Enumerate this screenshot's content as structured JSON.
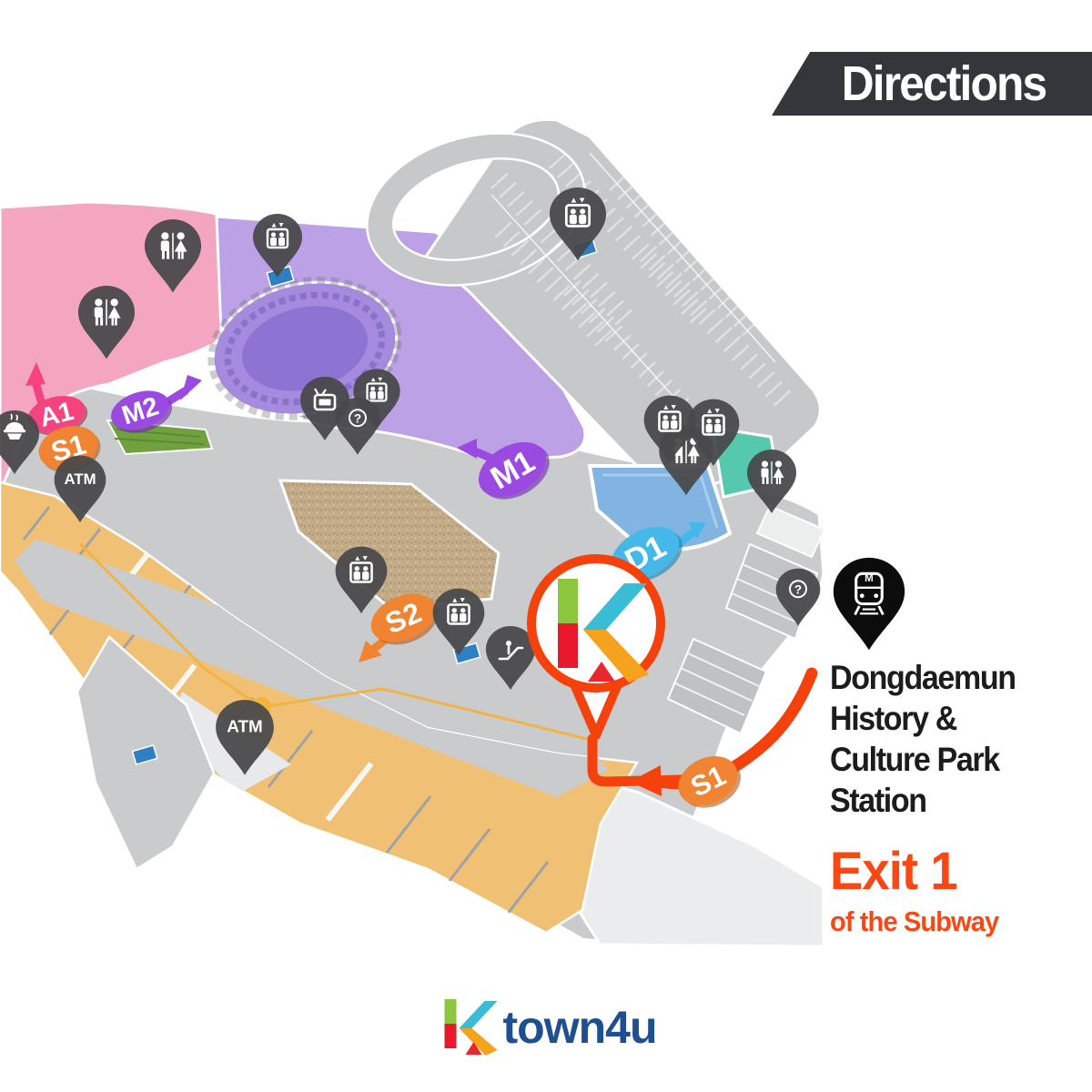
{
  "banner": {
    "label": "Directions",
    "bg_color": "#33363b",
    "text_color": "#ffffff"
  },
  "station": {
    "pin_icon": "subway-train-icon",
    "pin_letter": "M",
    "name_lines": [
      "Dongdaemun",
      "History &",
      "Culture Park",
      "Station"
    ],
    "exit_title": "Exit 1",
    "exit_subtitle": "of the Subway",
    "text_color": "#1c1c1c",
    "accent_color": "#fb4713"
  },
  "footer_logo": {
    "brand_text": "town4u",
    "text_color": "#1d4f91",
    "k_colors": {
      "green": "#8cc63e",
      "red": "#e8192c",
      "cyan": "#3bbcd6",
      "orange": "#f5a21d"
    }
  },
  "map": {
    "store_pin": {
      "icon": "ktown4u-k-logo",
      "ring_color": "#f5420d"
    },
    "route_color": "#f5420d",
    "guide_path_color": "#f2b23e",
    "info_symbol": "?",
    "markers": [
      {
        "id": "A1",
        "label": "A1",
        "color": "#f5437f"
      },
      {
        "id": "S1",
        "label": "S1",
        "color": "#f08433"
      },
      {
        "id": "M2",
        "label": "M2",
        "color": "#9a4ae1"
      },
      {
        "id": "M1",
        "label": "M1",
        "color": "#9a4ae1"
      },
      {
        "id": "D1",
        "label": "D1",
        "color": "#45b8ea"
      },
      {
        "id": "S2",
        "label": "S2",
        "color": "#f08433"
      },
      {
        "id": "S1",
        "label": "S1",
        "color": "#f08433"
      }
    ],
    "atm_pins": [
      {
        "label": "ATM"
      },
      {
        "label": "ATM"
      }
    ],
    "facilities": [
      "restroom",
      "elevator",
      "escalator",
      "tv",
      "info",
      "food",
      "atm",
      "subway-station"
    ],
    "zones": {
      "event_area_pink": "#f4a6c1",
      "event_hall_purple": "#bda1e6",
      "amphitheater": "#8d74d2",
      "amphitheater_rim": "#a58ade",
      "parking": "#c6c8ca",
      "pool": "#82b4e2",
      "teal_deck": "#56c8ad",
      "gravel_garden": "#c3ab87",
      "grass": "#71a03f",
      "shops": "#f0c175",
      "walkway": "#c9cbcd",
      "walkway_light": "#ebeced",
      "pin_dark": "#48484a"
    }
  }
}
